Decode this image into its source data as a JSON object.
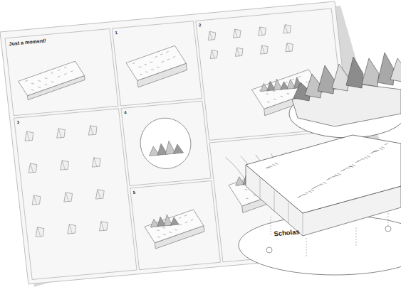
{
  "diagram": {
    "labels": [
      "Just a moment!",
      "Scholas",
      "1",
      "2",
      "3",
      "4",
      "5"
    ]
  }
}
